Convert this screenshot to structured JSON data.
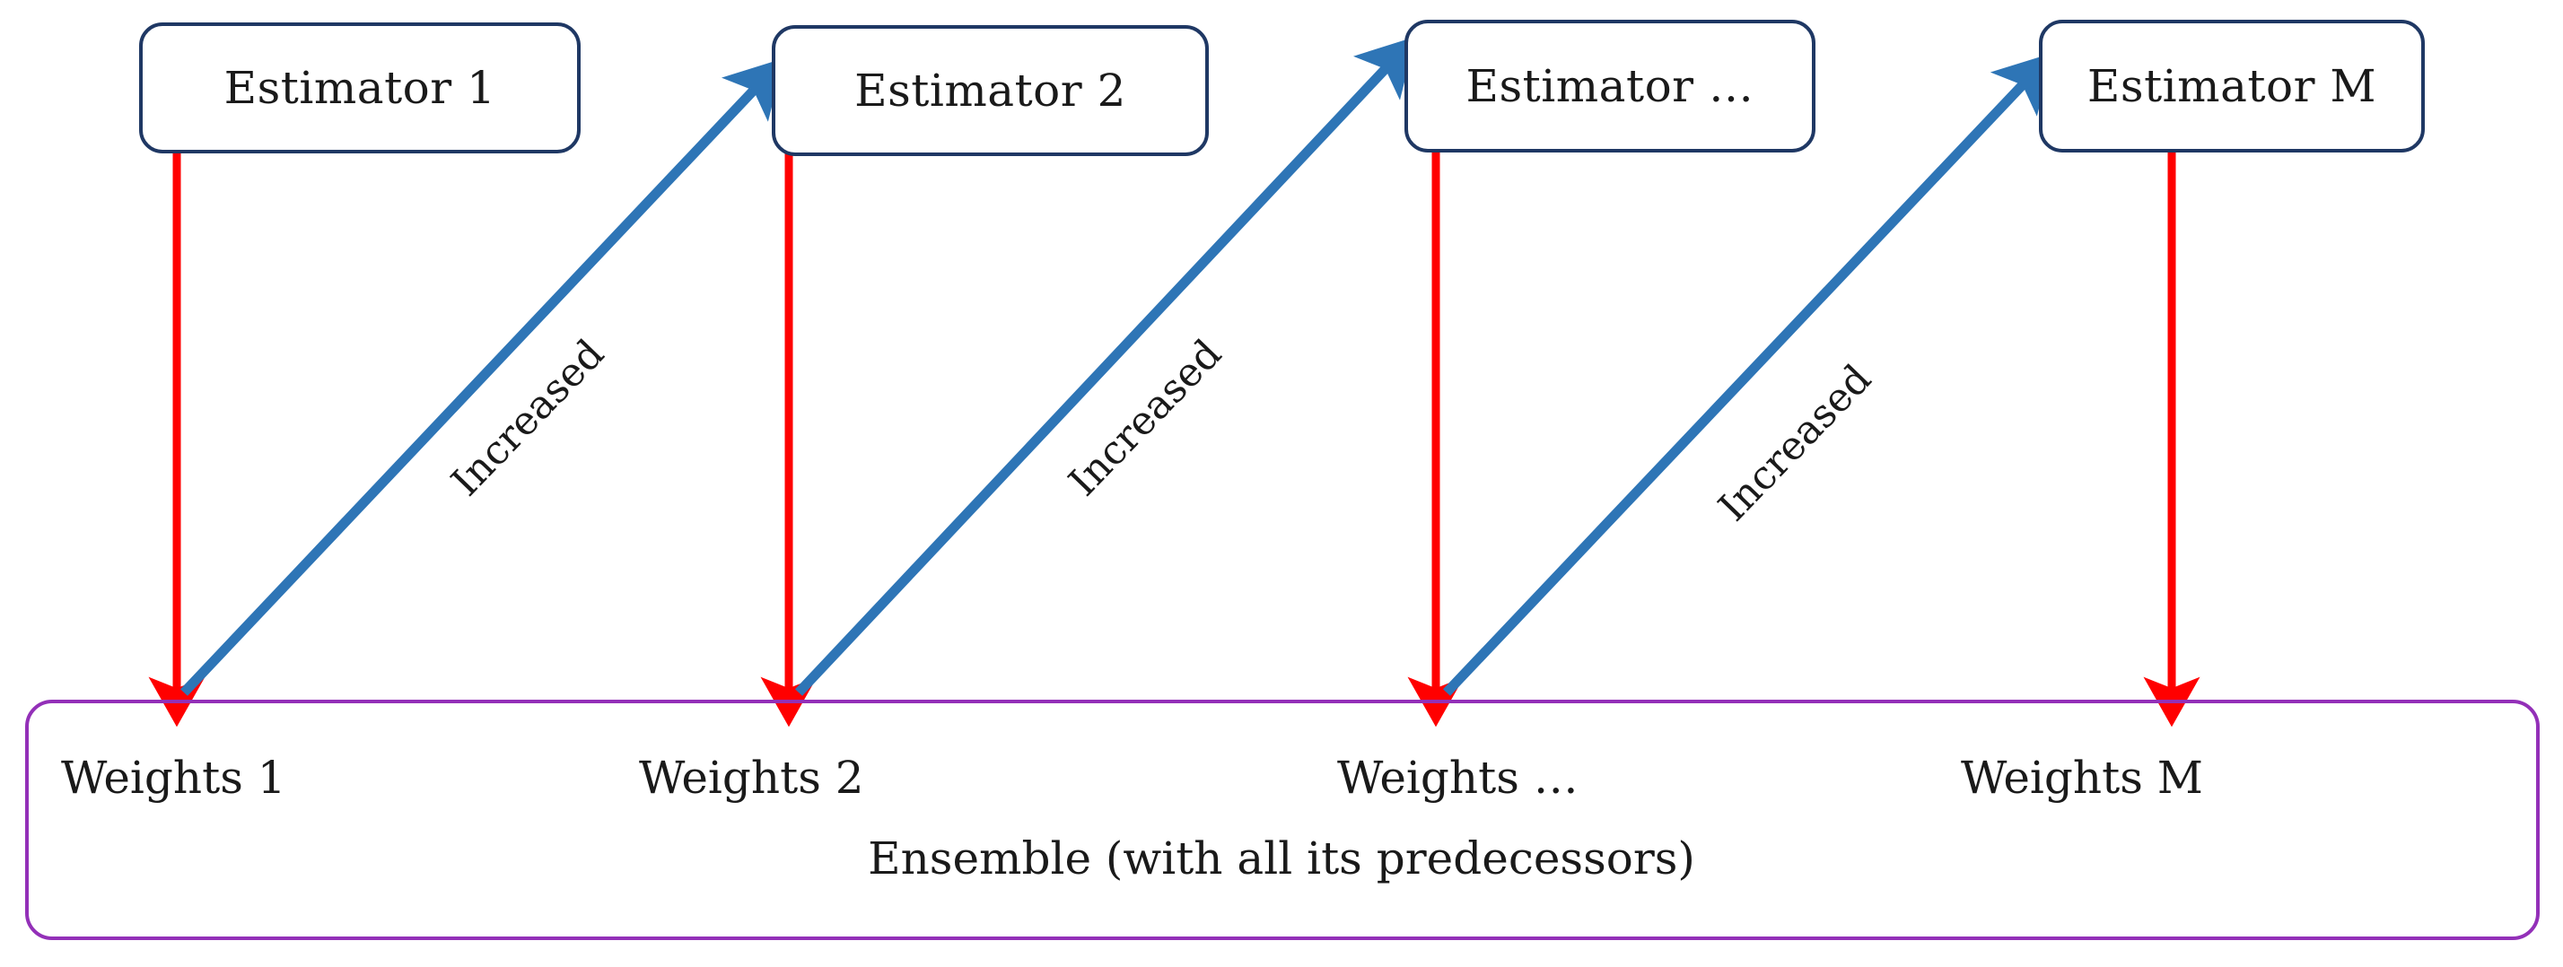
{
  "diagram": {
    "title": "Boosting ensemble weight-update diagram",
    "colors": {
      "estimator_border": "#1F3864",
      "ensemble_border": "#9330B8",
      "down_arrow": "#FF0000",
      "up_arrow": "#2E75B6",
      "text": "#1a1a1a",
      "background": "#FFFFFF"
    },
    "estimators": [
      {
        "label": "Estimator 1"
      },
      {
        "label": "Estimator 2"
      },
      {
        "label": "Estimator …"
      },
      {
        "label": "Estimator M"
      }
    ],
    "weights": [
      {
        "label": "Weights 1"
      },
      {
        "label": "Weights 2"
      },
      {
        "label": "Weights …"
      },
      {
        "label": "Weights M"
      }
    ],
    "increased_labels": [
      {
        "label": "Increased"
      },
      {
        "label": "Increased"
      },
      {
        "label": "Increased"
      }
    ],
    "ensemble": {
      "caption": "Ensemble (with all its predecessors)"
    },
    "icons": {
      "down_arrow": "red-down-arrow-icon",
      "up_arrow": "blue-diagonal-up-arrow-icon"
    }
  }
}
